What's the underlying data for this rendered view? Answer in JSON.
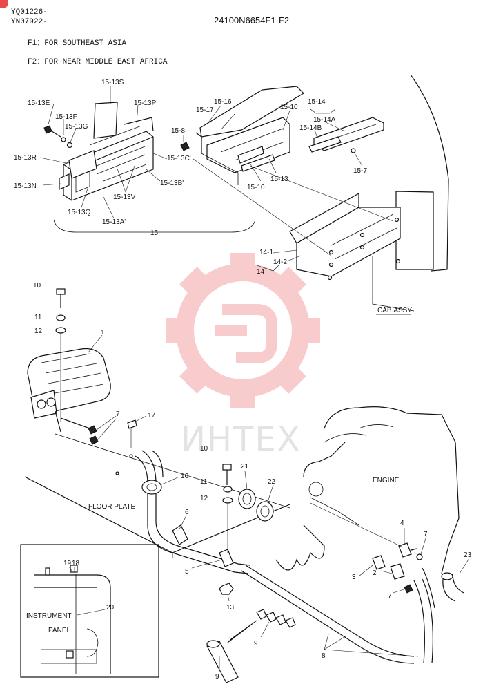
{
  "header": {
    "serial_1": "YQ01226-",
    "serial_2": "YN07922-",
    "part_number": "24100N6654F1·F2",
    "note_f1": "F1：FOR SOUTHEAST ASIA",
    "note_f2": "F2：FOR NEAR MIDDLE EAST AFRICA"
  },
  "watermark": {
    "text": "ИНТЕХ",
    "color": "#e84a4a"
  },
  "labels": {
    "cab_assy": "CAB.ASSY",
    "engine": "ENGINE",
    "floor_plate": "FLOOR PLATE",
    "instrument": "INSTRUMENT",
    "panel": "PANEL"
  },
  "callouts": [
    {
      "id": "c-15-13s",
      "text": "15-13S"
    },
    {
      "id": "c-15-13e",
      "text": "15-13E"
    },
    {
      "id": "c-15-13f",
      "text": "15-13F"
    },
    {
      "id": "c-15-13g",
      "text": "15-13G"
    },
    {
      "id": "c-15-13p",
      "text": "15-13P"
    },
    {
      "id": "c-15-13r",
      "text": "15-13R"
    },
    {
      "id": "c-15-13n",
      "text": "15-13N"
    },
    {
      "id": "c-15-13q",
      "text": "15-13Q"
    },
    {
      "id": "c-15-13a",
      "text": "15-13A'"
    },
    {
      "id": "c-15-13v",
      "text": "15-13V"
    },
    {
      "id": "c-15-13b",
      "text": "15-13B'"
    },
    {
      "id": "c-15-13c",
      "text": "15-13C'"
    },
    {
      "id": "c-15",
      "text": "15"
    },
    {
      "id": "c-15-8",
      "text": "15-8"
    },
    {
      "id": "c-15-16",
      "text": "15-16"
    },
    {
      "id": "c-15-17",
      "text": "15-17"
    },
    {
      "id": "c-15-10a",
      "text": "15-10"
    },
    {
      "id": "c-15-10b",
      "text": "15-10"
    },
    {
      "id": "c-15-13",
      "text": "15-13"
    },
    {
      "id": "c-15-14",
      "text": "15-14"
    },
    {
      "id": "c-15-14a",
      "text": "15-14A"
    },
    {
      "id": "c-15-14b",
      "text": "15-14B"
    },
    {
      "id": "c-15-7",
      "text": "15-7"
    },
    {
      "id": "c-14-1",
      "text": "14-1"
    },
    {
      "id": "c-14-2",
      "text": "14-2"
    },
    {
      "id": "c-14",
      "text": "14"
    },
    {
      "id": "c-10a",
      "text": "10"
    },
    {
      "id": "c-11a",
      "text": "11"
    },
    {
      "id": "c-12a",
      "text": "12"
    },
    {
      "id": "c-1",
      "text": "1"
    },
    {
      "id": "c-7a",
      "text": "7"
    },
    {
      "id": "c-17",
      "text": "17"
    },
    {
      "id": "c-10b",
      "text": "10"
    },
    {
      "id": "c-21",
      "text": "21"
    },
    {
      "id": "c-16",
      "text": "16"
    },
    {
      "id": "c-11b",
      "text": "11"
    },
    {
      "id": "c-22",
      "text": "22"
    },
    {
      "id": "c-12b",
      "text": "12"
    },
    {
      "id": "c-6",
      "text": "6"
    },
    {
      "id": "c-4",
      "text": "4"
    },
    {
      "id": "c-7b",
      "text": "7"
    },
    {
      "id": "c-23",
      "text": "23"
    },
    {
      "id": "c-5",
      "text": "5"
    },
    {
      "id": "c-3",
      "text": "3"
    },
    {
      "id": "c-2",
      "text": "2"
    },
    {
      "id": "c-7c",
      "text": "7"
    },
    {
      "id": "c-19",
      "text": "19"
    },
    {
      "id": "c-18",
      "text": "18"
    },
    {
      "id": "c-20",
      "text": "20"
    },
    {
      "id": "c-13",
      "text": "13"
    },
    {
      "id": "c-9a",
      "text": "9"
    },
    {
      "id": "c-9b",
      "text": "9"
    },
    {
      "id": "c-8",
      "text": "8"
    }
  ]
}
